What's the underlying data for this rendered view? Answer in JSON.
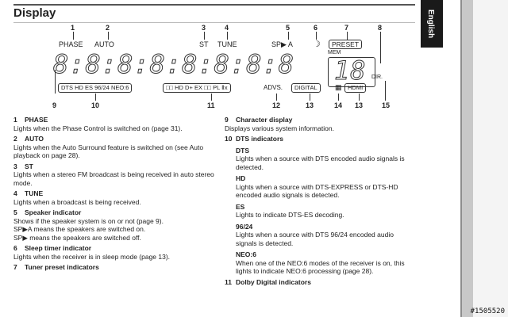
{
  "page": {
    "heading": "Display",
    "side_tab": "English",
    "stamp": "#1505520"
  },
  "diagram": {
    "indicator_labels": {
      "phase": "PHASE",
      "auto": "AUTO",
      "st": "ST",
      "tune": "TUNE",
      "sp": "SP▶ A",
      "sleep": "☽",
      "preset": "PRESET",
      "mem": "MEM",
      "dts_row": "DTS  HD  ES  96/24  NEO:6",
      "dd_row": "□□ HD  D+  EX  □□ PL Ⅱx",
      "advs": "ADVS.",
      "digital": "DIGITAL",
      "hdmi": "HDMI",
      "dir": "DIR.",
      "char_display": "8:8:8:8:8:8:8:8",
      "preset_digits": "18"
    },
    "callouts_top": [
      "1",
      "2",
      "3",
      "4",
      "5",
      "6",
      "7",
      "8"
    ],
    "callouts_bottom": [
      "9",
      "10",
      "11",
      "12",
      "13",
      "14",
      "13",
      "15"
    ]
  },
  "left_column": [
    {
      "num": "1",
      "title": "PHASE",
      "text": "Lights when the Phase Control is switched on (page 31)."
    },
    {
      "num": "2",
      "title": "AUTO",
      "text": "Lights when the Auto Surround feature is switched on (see Auto playback on page 28)."
    },
    {
      "num": "3",
      "title": "ST",
      "text": "Lights when a stereo FM broadcast is being received in auto stereo mode."
    },
    {
      "num": "4",
      "title": "TUNE",
      "text": "Lights when a broadcast is being received."
    },
    {
      "num": "5",
      "title": "Speaker indicator",
      "text": "Shows if the speaker system is on or not (page 9).",
      "extra": [
        "SP▶A means the speakers are switched on.",
        "SP▶ means the speakers are switched off."
      ]
    },
    {
      "num": "6",
      "title": "Sleep timer indicator",
      "text": "Lights when the receiver is in sleep mode (page 13)."
    },
    {
      "num": "7",
      "title": "Tuner preset indicators",
      "text": ""
    }
  ],
  "right_column": {
    "item9": {
      "num": "9",
      "title": "Character display",
      "text": "Displays various system information."
    },
    "item10": {
      "num": "10",
      "title": "DTS indicators"
    },
    "subs": [
      {
        "title": "DTS",
        "text": "Lights when a source with DTS encoded audio signals is detected."
      },
      {
        "title": "HD",
        "text": "Lights when a source with DTS-EXPRESS or DTS-HD encoded audio signals is detected."
      },
      {
        "title": "ES",
        "text": "Lights to indicate DTS-ES decoding."
      },
      {
        "title": "96/24",
        "text": "Lights when a source with DTS 96/24 encoded audio signals is detected."
      },
      {
        "title": "NEO:6",
        "text": "When one of the NEO:6 modes of the receiver is on, this lights to indicate NEO:6 processing (page 28)."
      }
    ],
    "item11": {
      "num": "11",
      "title": "Dolby Digital indicators"
    }
  }
}
